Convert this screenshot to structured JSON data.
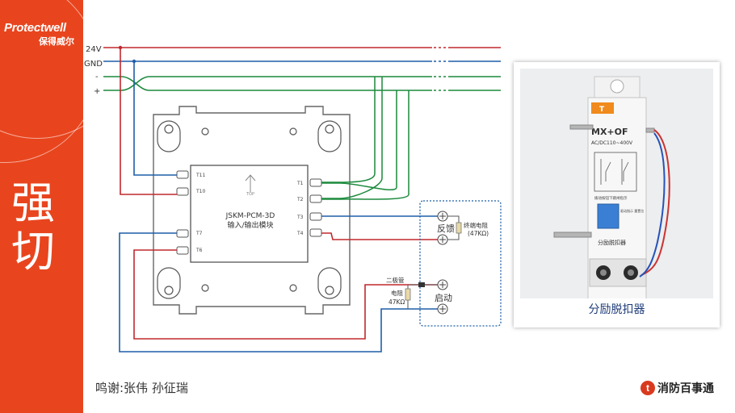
{
  "brand": {
    "name_en": "Protectwell",
    "name_cn": "保得威尔"
  },
  "title": "强切",
  "bus_labels": {
    "v24": "24V",
    "gnd": "GND",
    "minus": "-",
    "plus": "+"
  },
  "module": {
    "model": "JSKM-PCM-3D",
    "description": "输入/输出模块",
    "top_label": "TOP",
    "terminals_left": [
      "T11",
      "T10",
      "T7",
      "T6"
    ],
    "terminals_right": [
      "T1",
      "T2",
      "T3",
      "T4"
    ]
  },
  "feedback": {
    "label": "反馈",
    "resistor_label": "终端电阻",
    "resistor_value": "(47KΩ)"
  },
  "start": {
    "label": "启动",
    "diode_label": "二极管",
    "resistor_label": "电阻",
    "resistor_value": "47KΩ"
  },
  "device_photo": {
    "caption": "分励脱扣器",
    "front_label": "MX+OF",
    "voltage": "AC/DC110~400V",
    "hint": "拨动按钮下跳闸指示",
    "switch_label": "驱动指示 重置位",
    "bottom_label": "分励脱扣器"
  },
  "credits": "鸣谢:张伟  孙征瑞",
  "footer_logo": {
    "text": "消防百事通",
    "mark": "t"
  },
  "colors": {
    "accent": "#e8451e",
    "red_wire": "#c0282d",
    "blue_wire": "#1f5fa8",
    "green_wire": "#1b8a3c"
  }
}
